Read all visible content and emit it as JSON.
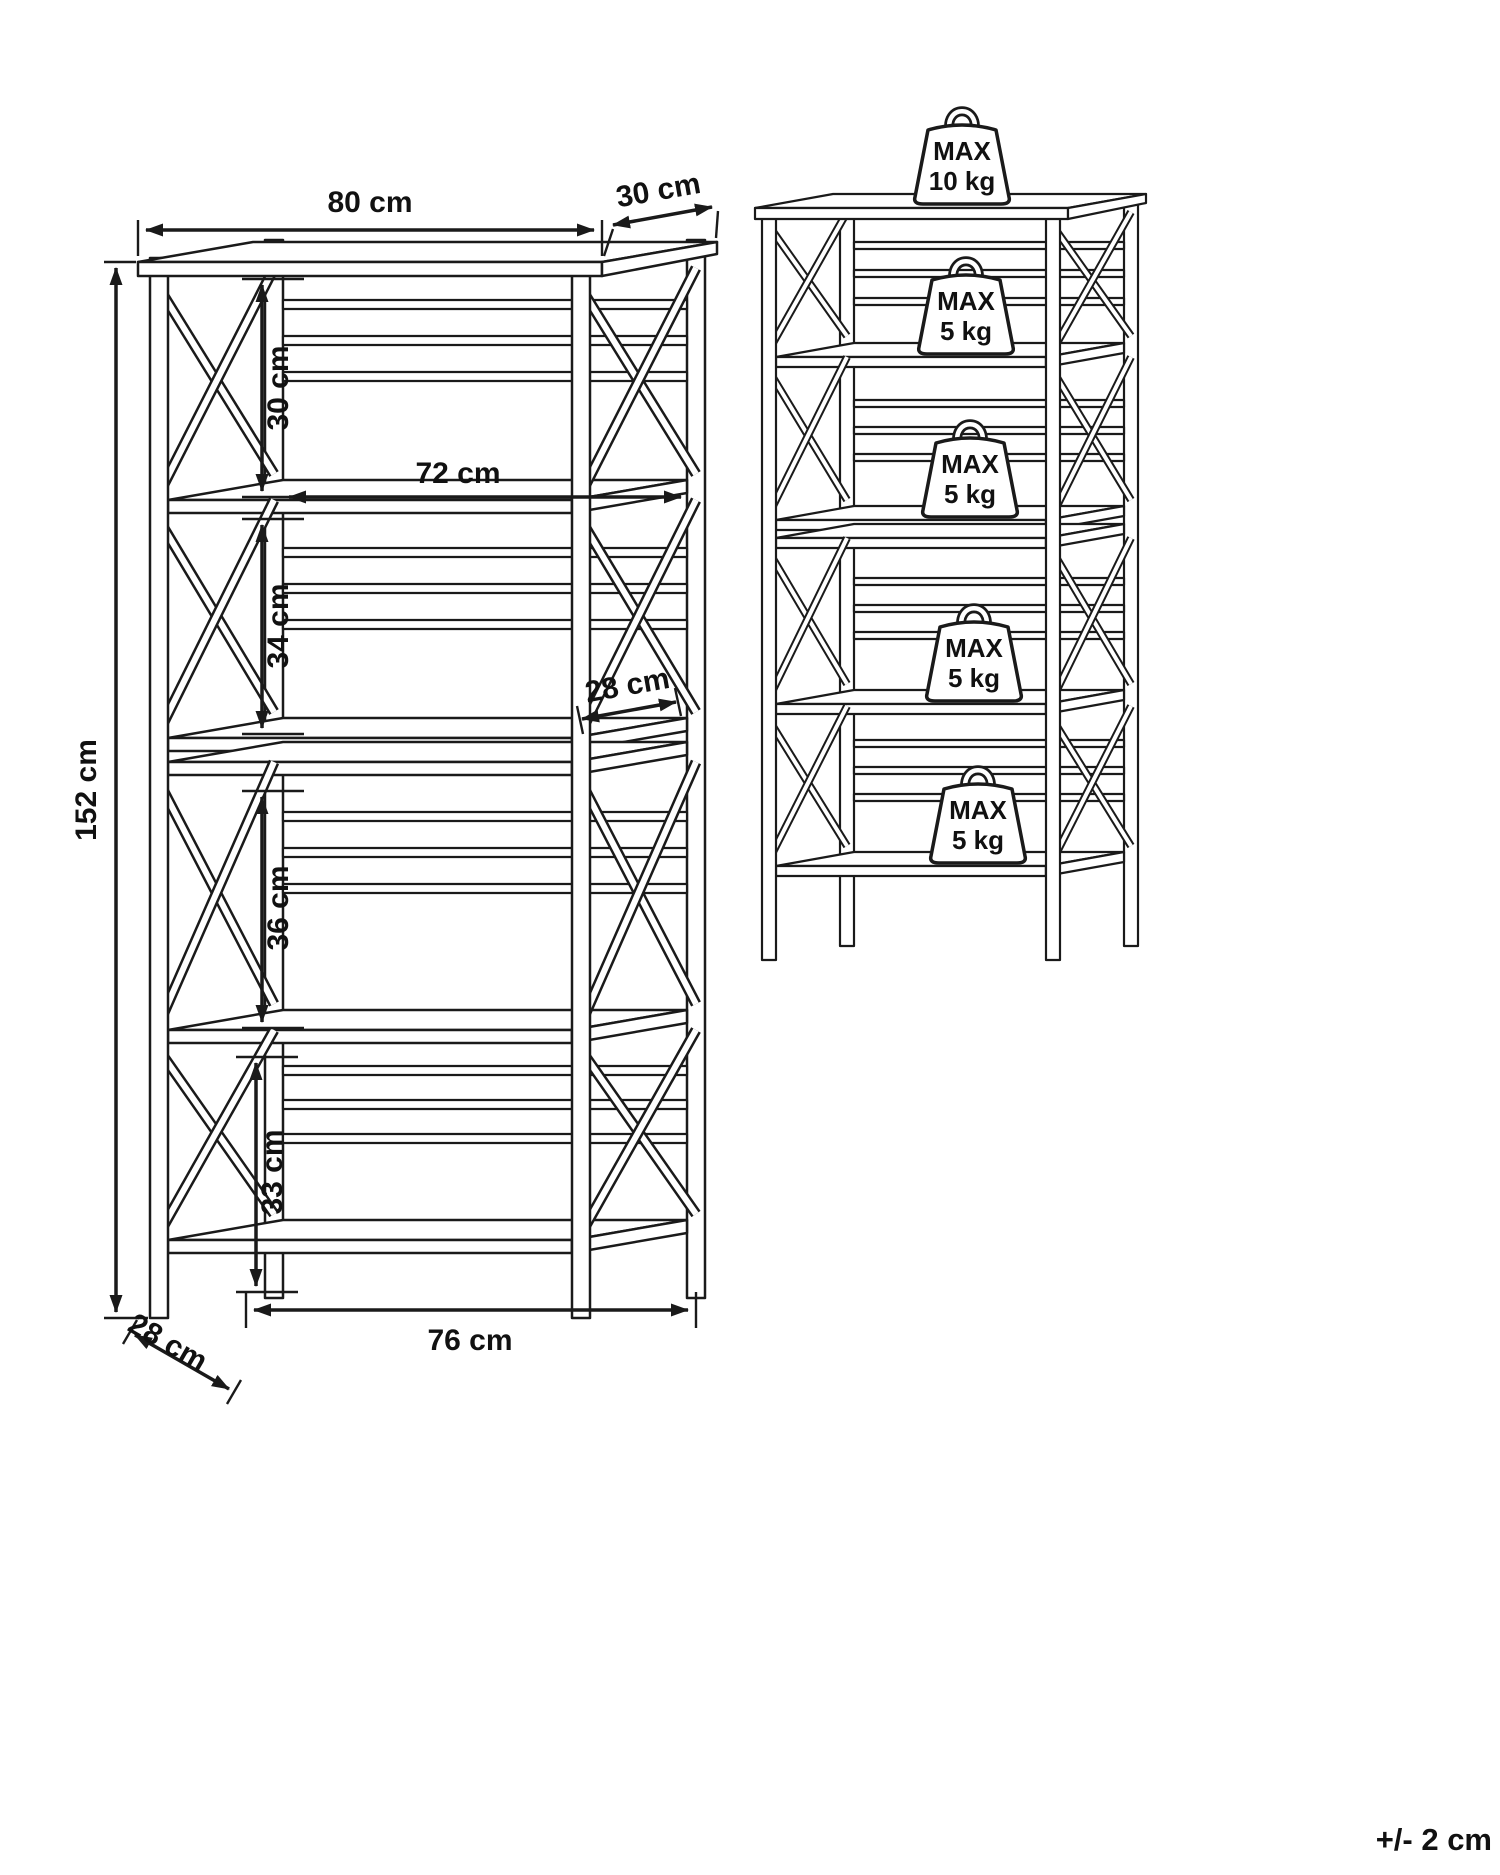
{
  "diagram": {
    "left_view": {
      "dims": {
        "top_width": "80 cm",
        "top_depth": "30 cm",
        "sec1": "30 cm",
        "shelf_width": "72 cm",
        "sec2": "34 cm",
        "shelf_depth": "28 cm",
        "sec3": "36 cm",
        "sec4": "33 cm",
        "height": "152 cm",
        "base_width": "76 cm",
        "base_depth": "28 cm"
      }
    },
    "load_view": {
      "weights": [
        {
          "label": "MAX",
          "value": "10 kg"
        },
        {
          "label": "MAX",
          "value": "5 kg"
        },
        {
          "label": "MAX",
          "value": "5 kg"
        },
        {
          "label": "MAX",
          "value": "5 kg"
        },
        {
          "label": "MAX",
          "value": "5 kg"
        }
      ]
    },
    "tolerance": "+/- 2 cm",
    "colors": {
      "line": "#1a1a1a",
      "background": "#ffffff"
    }
  }
}
